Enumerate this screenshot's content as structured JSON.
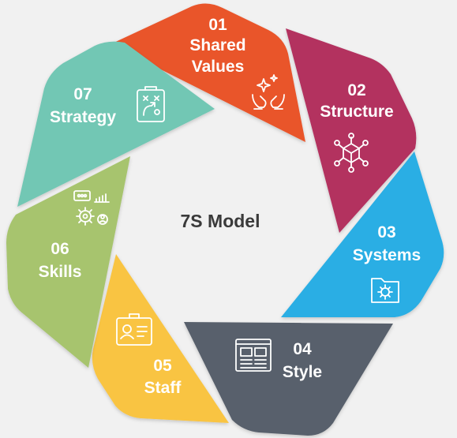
{
  "diagram": {
    "center_title": "7S Model",
    "segments": [
      {
        "id": "shared-values",
        "number": "01",
        "label_lines": [
          "Shared",
          "Values"
        ],
        "color": "#e9542a",
        "icon": "hands-sparkle-icon"
      },
      {
        "id": "structure",
        "number": "02",
        "label_lines": [
          "Structure"
        ],
        "color": "#b3305f",
        "icon": "network-cube-icon"
      },
      {
        "id": "systems",
        "number": "03",
        "label_lines": [
          "Systems"
        ],
        "color": "#2aaee4",
        "icon": "folder-gear-icon"
      },
      {
        "id": "style",
        "number": "04",
        "label_lines": [
          "Style"
        ],
        "color": "#58616c",
        "icon": "layout-board-icon"
      },
      {
        "id": "staff",
        "number": "05",
        "label_lines": [
          "Staff"
        ],
        "color": "#f9c442",
        "icon": "id-card-icon"
      },
      {
        "id": "skills",
        "number": "06",
        "label_lines": [
          "Skills"
        ],
        "color": "#a7c46e",
        "icon": "gears-skills-icon"
      },
      {
        "id": "strategy",
        "number": "07",
        "label_lines": [
          "Strategy"
        ],
        "color": "#72c7b4",
        "icon": "clipboard-tactics-icon"
      }
    ]
  }
}
